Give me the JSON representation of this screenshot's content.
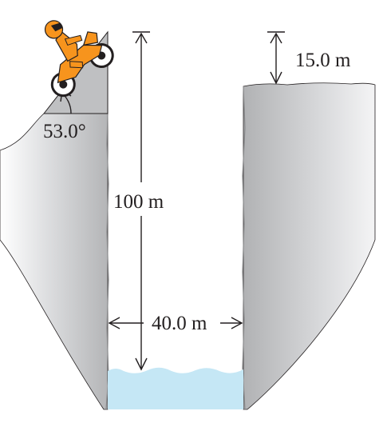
{
  "labels": {
    "launch_angle": "53.0°",
    "cliff_height": "100 m",
    "height_difference": "15.0 m",
    "gap_width": "40.0 m"
  },
  "colors": {
    "cliff_dark": "#b4b5b7",
    "cliff_light": "#ffffff",
    "ramp": "#bfc0c2",
    "water": "#c5e7f5",
    "ink": "#231f20",
    "rider_orange": "#f7941d"
  },
  "icons": {
    "rider": "motorcycle-rider-icon"
  }
}
